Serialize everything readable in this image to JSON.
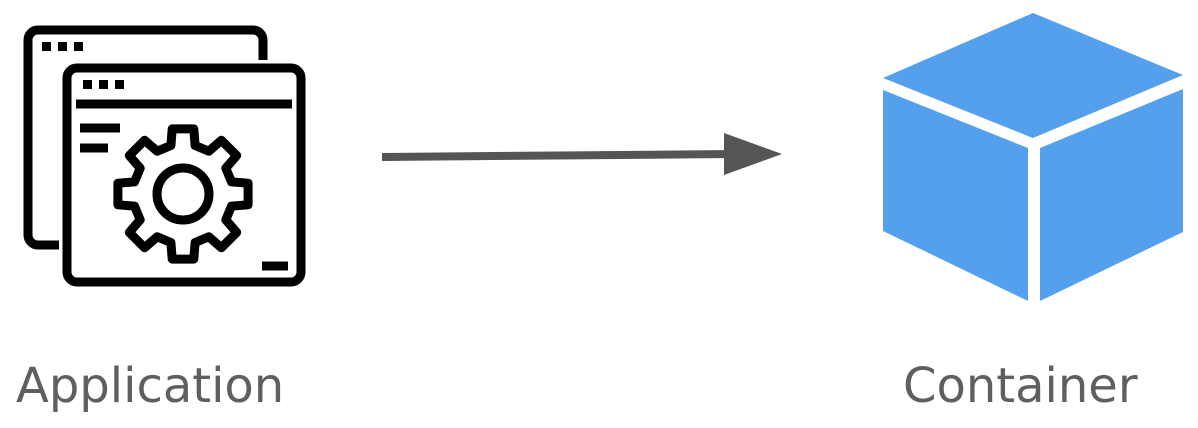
{
  "nodes": {
    "application": {
      "label": "Application",
      "icon": "application-settings-icon"
    },
    "container": {
      "label": "Container",
      "icon": "cube-icon"
    }
  },
  "edges": [
    {
      "from": "application",
      "to": "container",
      "type": "directed-arrow"
    }
  ],
  "colors": {
    "icon_stroke": "#000000",
    "arrow": "#555555",
    "cube": "#55a0ec",
    "label": "#5f5f5f"
  }
}
